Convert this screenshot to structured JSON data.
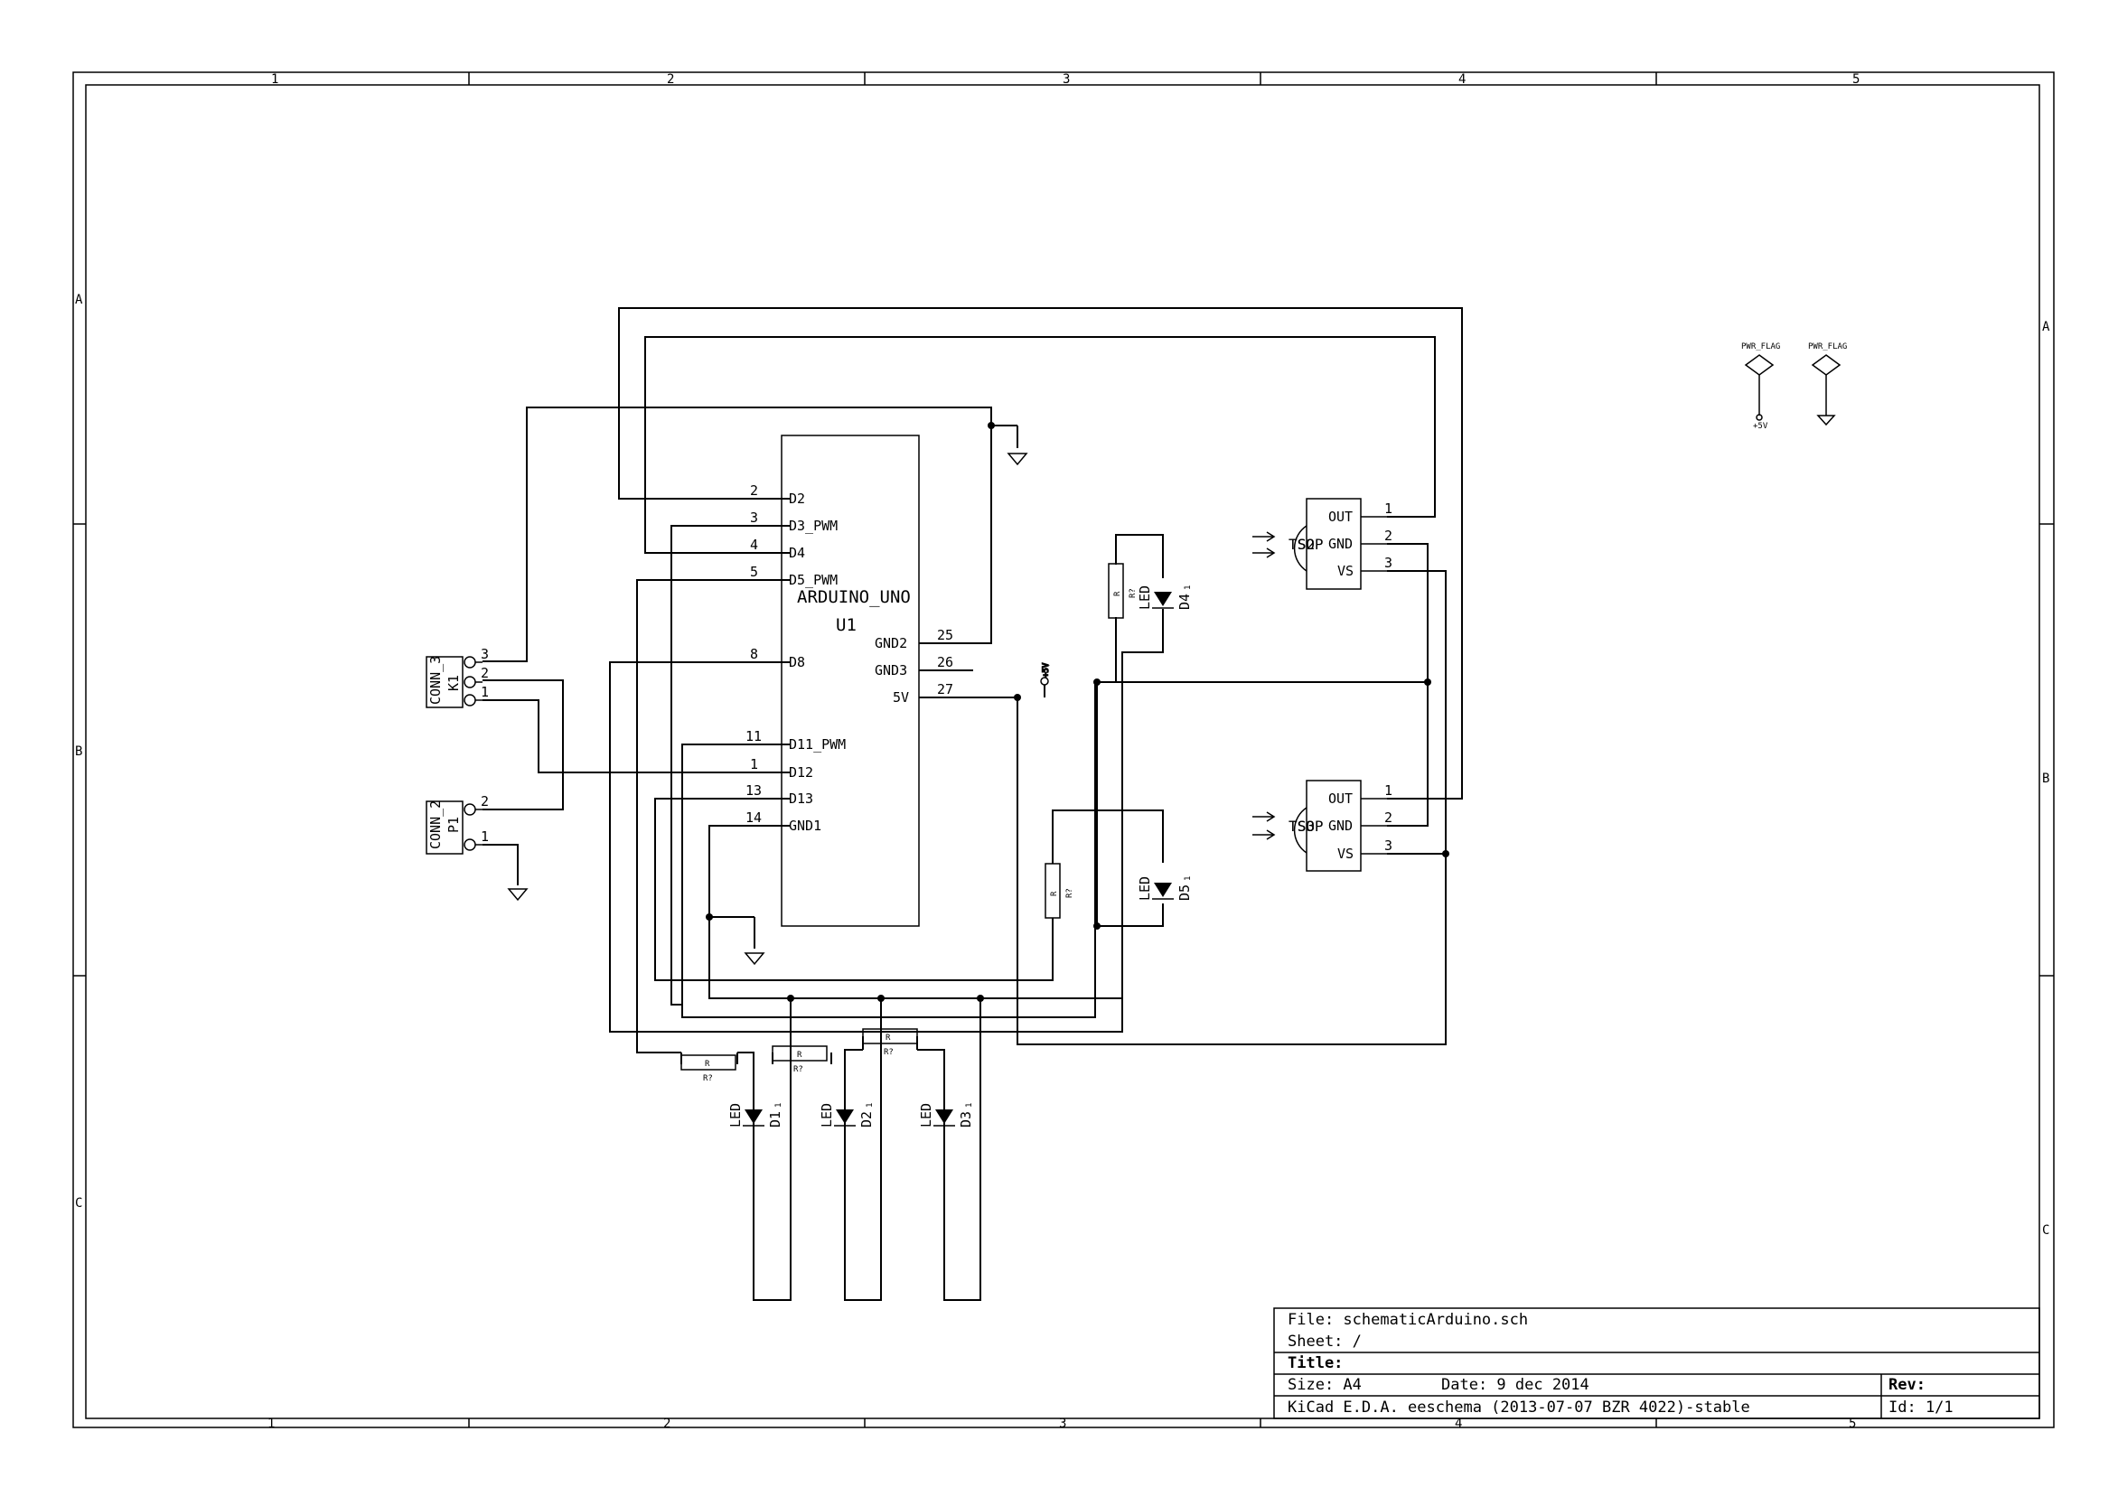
{
  "frame": {
    "columns": [
      "1",
      "2",
      "3",
      "4",
      "5"
    ],
    "rows_left": [
      "A",
      "B",
      "C"
    ],
    "rows_right": [
      "A",
      "B",
      "C"
    ]
  },
  "mcu": {
    "name": "ARDUINO_UNO",
    "ref": "U1",
    "left_pins": [
      {
        "num": "2",
        "name": "D2"
      },
      {
        "num": "3",
        "name": "D3_PWM"
      },
      {
        "num": "4",
        "name": "D4"
      },
      {
        "num": "5",
        "name": "D5_PWM"
      },
      {
        "num": "8",
        "name": "D8"
      },
      {
        "num": "11",
        "name": "D11_PWM"
      },
      {
        "num": "1",
        "name": "D12"
      },
      {
        "num": "13",
        "name": "D13"
      },
      {
        "num": "14",
        "name": "GND1"
      }
    ],
    "right_pins": [
      {
        "num": "25",
        "name": "GND2"
      },
      {
        "num": "26",
        "name": "GND3"
      },
      {
        "num": "27",
        "name": "5V"
      }
    ]
  },
  "connectors": {
    "k1": {
      "value": "CONN_3",
      "ref": "K1",
      "pins": [
        "3",
        "2",
        "1"
      ]
    },
    "p1": {
      "value": "CONN_2",
      "ref": "P1",
      "pins": [
        "2",
        "1"
      ]
    }
  },
  "sensors": [
    {
      "overlay": "TSOP",
      "ref_a": "S2",
      "pins": [
        {
          "num": "1",
          "name": "OUT"
        },
        {
          "num": "2",
          "name": "GND"
        },
        {
          "num": "3",
          "name": "VS"
        }
      ]
    },
    {
      "overlay": "TSOP",
      "ref_a": "S3",
      "pins": [
        {
          "num": "1",
          "name": "OUT"
        },
        {
          "num": "2",
          "name": "GND"
        },
        {
          "num": "3",
          "name": "VS"
        }
      ]
    }
  ],
  "resistors": {
    "value": "R",
    "ref": "R?"
  },
  "leds": {
    "value": "LED",
    "pin": "1",
    "refs": [
      "D1",
      "D2",
      "D3",
      "D4",
      "D5"
    ]
  },
  "power": {
    "pwr_flag": "PWR_FLAG",
    "plus5v": "+5V"
  },
  "title_block": {
    "file": "File: schematicArduino.sch",
    "sheet": "Sheet: /",
    "title": "Title:",
    "size": "Size: A4",
    "date": "Date: 9 dec 2014",
    "rev": "Rev:",
    "kicad": "KiCad E.D.A.  eeschema (2013-07-07 BZR 4022)-stable",
    "id": "Id: 1/1"
  }
}
